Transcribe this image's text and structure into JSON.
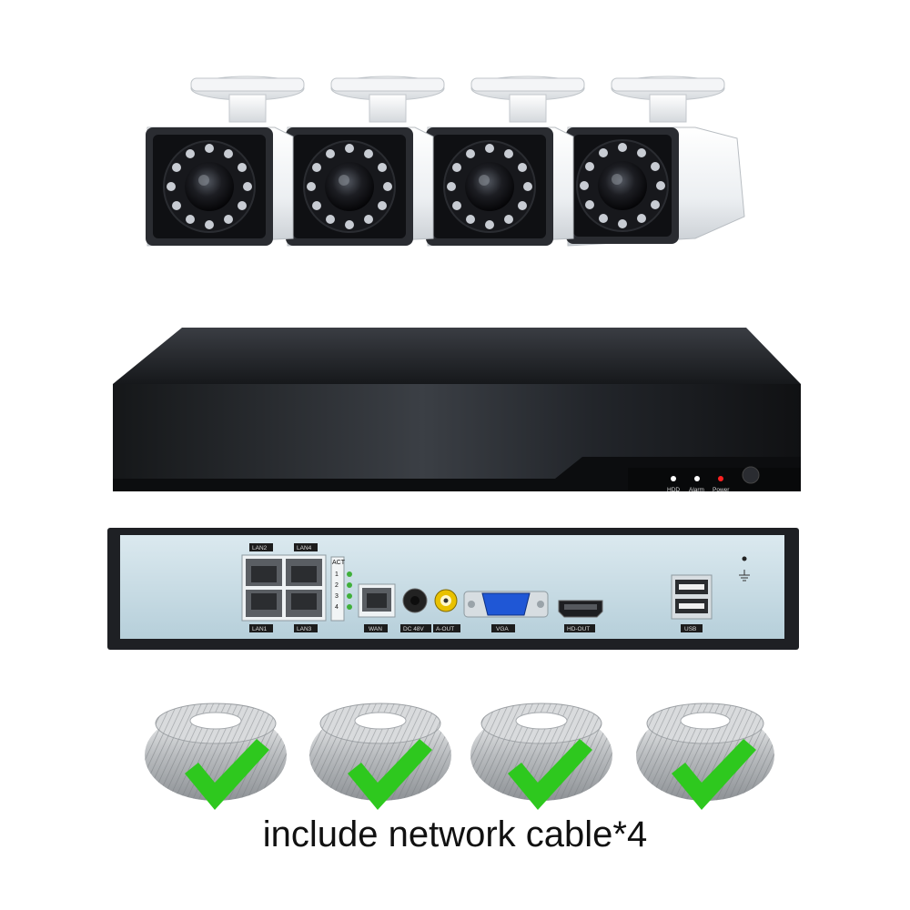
{
  "caption": "include network cable*4",
  "nvr_front": {
    "leds": [
      "HDD",
      "Alarm",
      "Power"
    ]
  },
  "nvr_back": {
    "ports": {
      "lan2": "LAN2",
      "lan4": "LAN4",
      "lan1": "LAN1",
      "lan3": "LAN3",
      "act": "ACT",
      "act_nums": [
        "1",
        "2",
        "3",
        "4"
      ],
      "wan": "WAN",
      "dc": "DC 48V",
      "aout": "A-OUT",
      "vga": "VGA",
      "hdout": "HD-OUT",
      "usb": "USB"
    }
  },
  "cameras_count": 4,
  "cables_count": 4,
  "colors": {
    "check": "#2ec81e",
    "nvr_panel": "#c8dde6",
    "nvr_body": "#1e2024"
  }
}
